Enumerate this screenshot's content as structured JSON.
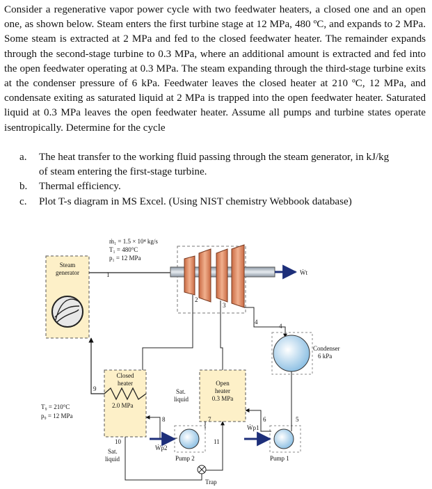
{
  "problem": {
    "text": "Consider a regenerative vapor power cycle with two feedwater heaters, a closed one and an open one, as shown below. Steam enters the first turbine stage at 12 MPa, 480 ºC, and expands to 2 MPa. Some steam is extracted at 2 MPa and fed to the closed feedwater heater. The remainder expands through the second-stage turbine to 0.3 MPa, where an additional amount is extracted and fed into the open feedwater operating at 0.3 MPa. The steam expanding through the third-stage turbine exits at the condenser pressure of 6 kPa. Feedwater leaves the closed heater at 210 ºC, 12 MPa, and condensate exiting as saturated liquid at 2 MPa is trapped into the open feedwater heater. Saturated liquid at 0.3 MPa leaves the open feedwater heater. Assume all pumps and turbine states operate isentropically. Determine for the cycle",
    "items": [
      {
        "label": "a.",
        "text": "The heat transfer to the working fluid passing through the steam generator, in kJ/kg"
      },
      {
        "label": "",
        "text": "of steam entering the first-stage turbine."
      },
      {
        "label": "b.",
        "text": "Thermal efficiency."
      },
      {
        "label": "c.",
        "text": "Plot T-s diagram in MS Excel. (Using NIST chemistry Webbook database)"
      }
    ]
  },
  "figure": {
    "inlet_mdot": "ṁ₁ = 1.5 × 10⁴ kg/s",
    "inlet_T": "T₁ = 480°C",
    "inlet_p": "p₁ = 12 MPa",
    "steam_gen_1": "Steam",
    "steam_gen_2": "generator",
    "work_turbine": "Ẇt",
    "condenser_1": "Condenser",
    "condenser_2": "6 kPa",
    "closed_heater_1": "Closed",
    "closed_heater_2": "heater",
    "closed_heater_p": "2.0 MPa",
    "open_heater_1": "Open",
    "open_heater_2": "heater",
    "open_heater_p": "0.3 MPa",
    "sat_liq_1_a": "Sat.",
    "sat_liq_1_b": "liquid",
    "sat_liq_2_a": "Sat.",
    "sat_liq_2_b": "liquid",
    "state9_T": "T₉ = 210°C",
    "state9_p": "p₉ = 12 MPa",
    "pump1": "Pump 1",
    "pump2": "Pump 2",
    "work_pump1": "Ẇp1",
    "work_pump2": "Ẇp2",
    "trap": "Trap",
    "states": [
      "1",
      "2",
      "3",
      "4",
      "5",
      "6",
      "7",
      "8",
      "9",
      "10",
      "11"
    ]
  }
}
